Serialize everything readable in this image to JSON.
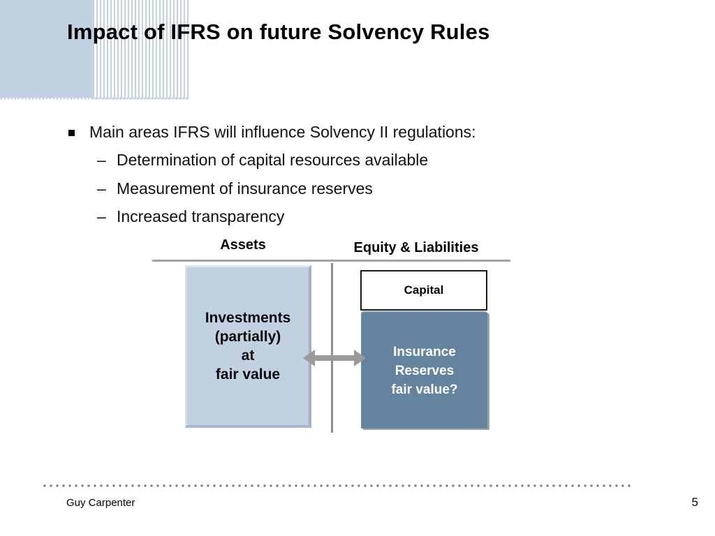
{
  "slide": {
    "title": "Impact of IFRS on future Solvency Rules",
    "footer_brand": "Guy Carpenter",
    "page_number": "5"
  },
  "bullets": {
    "main": "Main areas IFRS will influence Solvency II regulations:",
    "sub_bullet_glyph": "–",
    "sub": [
      "Determination of capital resources available",
      "Measurement of insurance reserves",
      "Increased transparency"
    ]
  },
  "diagram": {
    "left_column_header": "Assets",
    "right_column_header": "Equity & Liabilities",
    "investments_lines": [
      "Investments",
      "(partially)",
      "at",
      "fair value"
    ],
    "capital_label": "Capital",
    "reserves_lines": [
      "Insurance",
      "Reserves",
      "fair value?"
    ],
    "colors": {
      "header_block": "#c3d2e2",
      "investments_fill": "#c2d1e1",
      "reserves_fill": "#64839f",
      "line_gray": "#a3a3a3",
      "arrow_gray": "#9a9a9a"
    }
  }
}
